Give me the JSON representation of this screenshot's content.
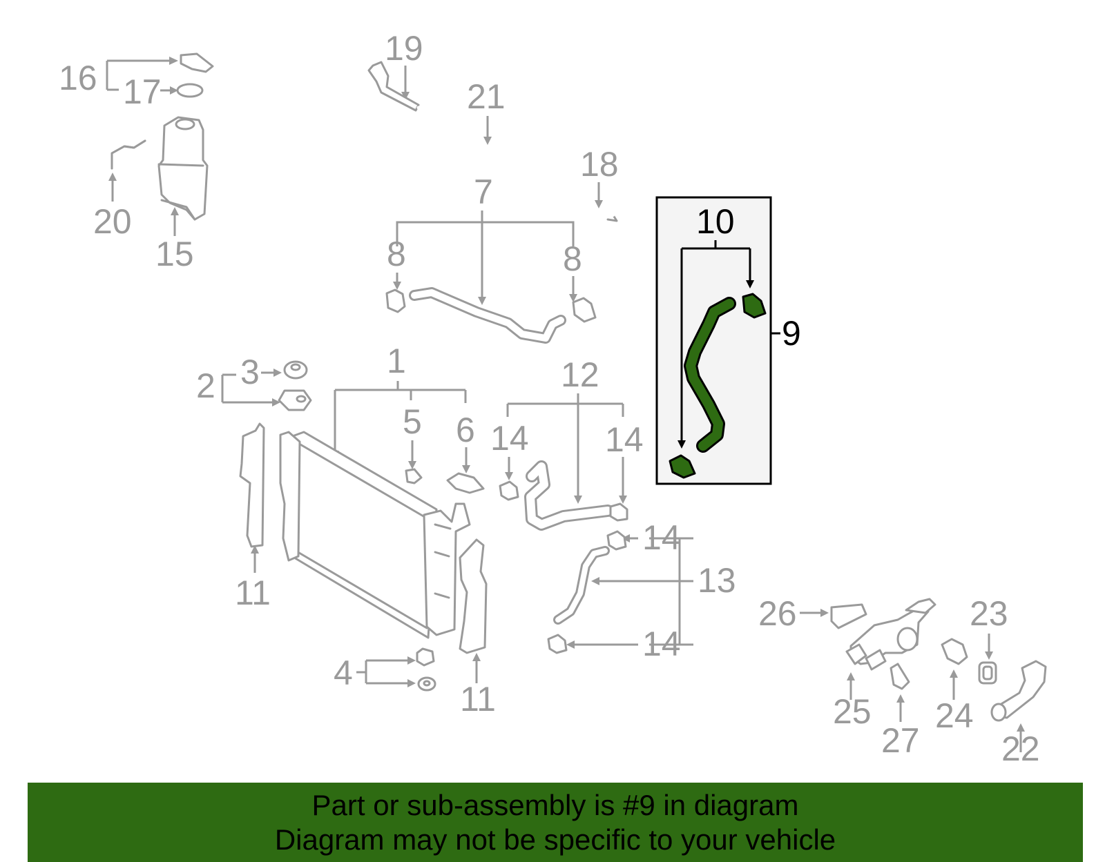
{
  "callouts": [
    "1",
    "2",
    "3",
    "4",
    "5",
    "6",
    "7",
    "8",
    "9",
    "10",
    "11",
    "12",
    "13",
    "14",
    "15",
    "16",
    "17",
    "18",
    "19",
    "20",
    "21",
    "22",
    "23",
    "24",
    "25",
    "26",
    "27"
  ],
  "highlight": {
    "part": "9",
    "color": "#2e6b12",
    "box_fill": "#f4f4f4"
  },
  "banner": {
    "line1": "Part or sub-assembly is #9 in diagram",
    "line2": "Diagram may not be specific to your vehicle",
    "color": "#2e6b12"
  },
  "icons": [
    "radiator",
    "coolant-reservoir",
    "radiator-hose",
    "hose-clamp",
    "thermostat-housing",
    "air-guide",
    "bracket",
    "cap",
    "gasket"
  ]
}
